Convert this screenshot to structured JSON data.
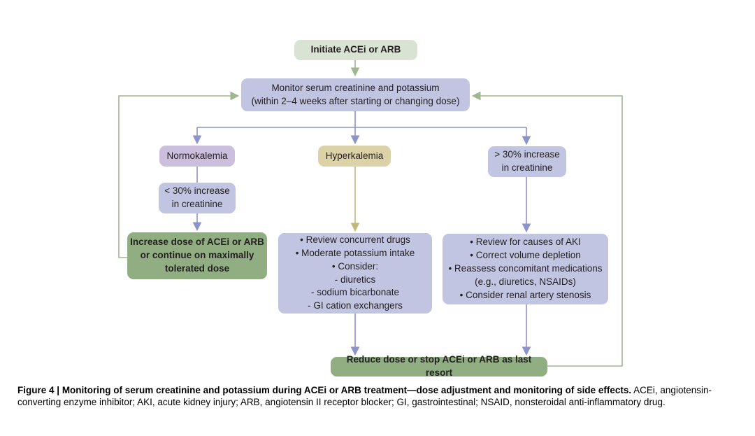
{
  "figure": {
    "nodes": {
      "initiate": {
        "label": "Initiate ACEi or ARB"
      },
      "monitor": {
        "lines": [
          "Monitor serum creatinine and potassium",
          "(within 2–4 weeks after starting or changing dose)"
        ]
      },
      "normokalemia": {
        "label": "Normokalemia"
      },
      "hyperkalemia": {
        "label": "Hyperkalemia"
      },
      "creatinine_gt30": {
        "lines": [
          "> 30% increase",
          "in creatinine"
        ]
      },
      "creatinine_lt30": {
        "lines": [
          "< 30% increase",
          "in creatinine"
        ]
      },
      "increase_dose": {
        "lines": [
          "Increase dose of ACEi or ARB",
          "or continue on maximally",
          "tolerated dose"
        ]
      },
      "hyperkalemia_actions": {
        "lines": [
          "• Review concurrent drugs",
          "• Moderate potassium intake",
          "• Consider:",
          "- diuretics",
          "- sodium bicarbonate",
          "- GI cation exchangers"
        ]
      },
      "aki_actions": {
        "lines": [
          "• Review for causes of AKI",
          "• Correct volume depletion",
          "• Reassess concomitant medications",
          "(e.g., diuretics, NSAIDs)",
          "• Consider renal artery stenosis"
        ]
      },
      "reduce_stop": {
        "label": "Reduce dose or stop ACEi or ARB as last resort"
      }
    },
    "caption": {
      "label": "Figure 4 |",
      "bold": "Monitoring of serum creatinine and potassium during ACEi or ARB treatment—dose adjustment and monitoring of side effects.",
      "text": "ACEi, angiotensin-converting enzyme inhibitor; AKI, acute kidney injury; ARB, angiotensin II receptor blocker; GI, gastrointestinal; NSAID, nonsteroidal anti-inflammatory drug."
    },
    "colors": {
      "sage_box": "#d8e3d3",
      "lavender_box": "#c1c5e2",
      "mauve_box": "#ccbedd",
      "tan_box": "#dcd2a8",
      "green_box": "#90ae82",
      "arrow_purple": "#8b93c8",
      "arrow_green": "#9fb791",
      "arrow_tan": "#c3b878",
      "text_dark": "#231f20"
    }
  }
}
